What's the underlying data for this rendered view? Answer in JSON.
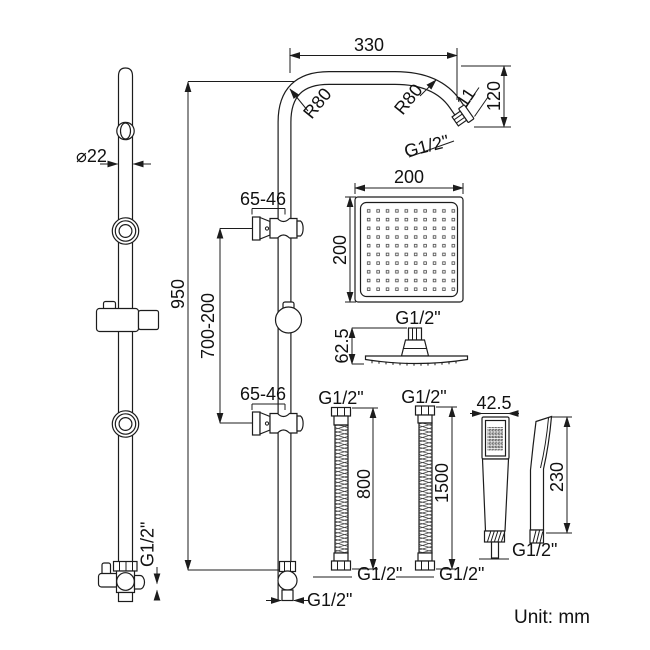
{
  "unit_note": "Unit: mm",
  "slide_rail": {
    "diameter": "⌀22",
    "bottom_thread": "G1/2\""
  },
  "riser_rail": {
    "height": "950",
    "arm_reach": "330",
    "radius_left": "R80",
    "radius_right": "R80",
    "arm_tip": "11",
    "arm_drop": "120",
    "arm_thread": "G1/2\"",
    "bracket_top": "65-46",
    "bracket_bottom": "65-46",
    "bracket_span": "700-200",
    "bottom_thread": "G1/2\""
  },
  "head_shower": {
    "width": "200",
    "height": "200",
    "thread": "G1/2\"",
    "side_height": "62.5"
  },
  "hose_short": {
    "length": "800",
    "thread_top": "G1/2\"",
    "thread_bottom": "G1/2\""
  },
  "hose_long": {
    "length": "1500",
    "thread_top": "G1/2\"",
    "thread_bottom": "G1/2\""
  },
  "handset": {
    "width": "42.5",
    "length": "230",
    "thread": "G1/2\""
  }
}
